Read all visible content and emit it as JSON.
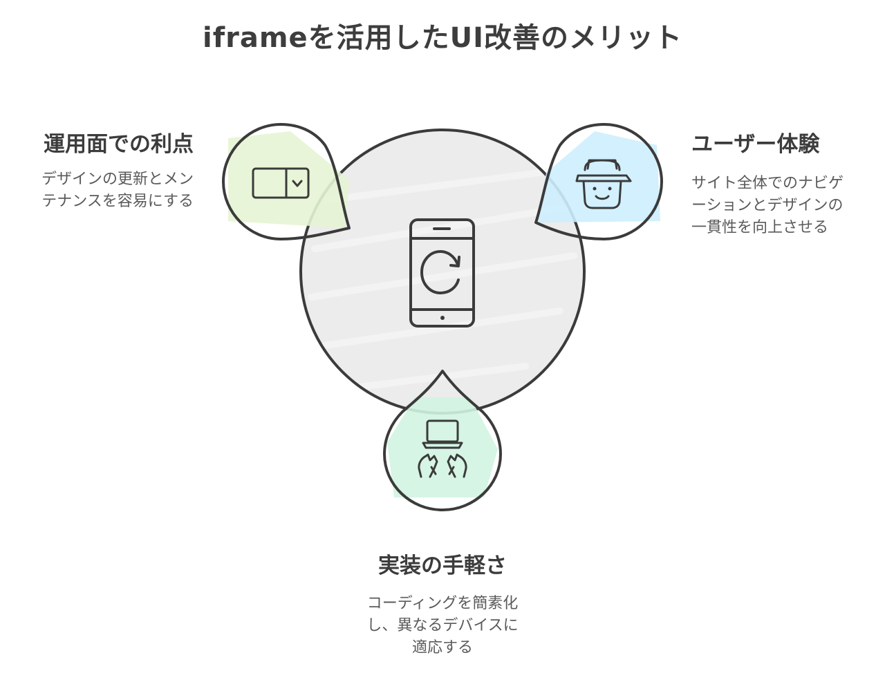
{
  "title": "iframeを活用したUI改善のメリット",
  "colors": {
    "center": "#ececec",
    "left": "#e6f4d4",
    "right": "#cdeefd",
    "bottom": "#d2f4e2",
    "stroke": "#3b3b3b"
  },
  "sections": {
    "left": {
      "heading": "運用面での利点",
      "lines": [
        "デザインの更新とメン",
        "テナンスを容易にする"
      ],
      "icon": "dropdown-select-icon"
    },
    "right": {
      "heading": "ユーザー体験",
      "lines": [
        "サイト全体でのナビゲ",
        "ーションとデザインの",
        "一貫性を向上させる"
      ],
      "icon": "hat-face-icon"
    },
    "bottom": {
      "heading": "実装の手軽さ",
      "lines": [
        "コーディングを簡素化",
        "し、異なるデバイスに",
        "適応する"
      ],
      "icon": "laptop-typing-icon"
    },
    "center": {
      "icon": "phone-refresh-icon"
    }
  }
}
